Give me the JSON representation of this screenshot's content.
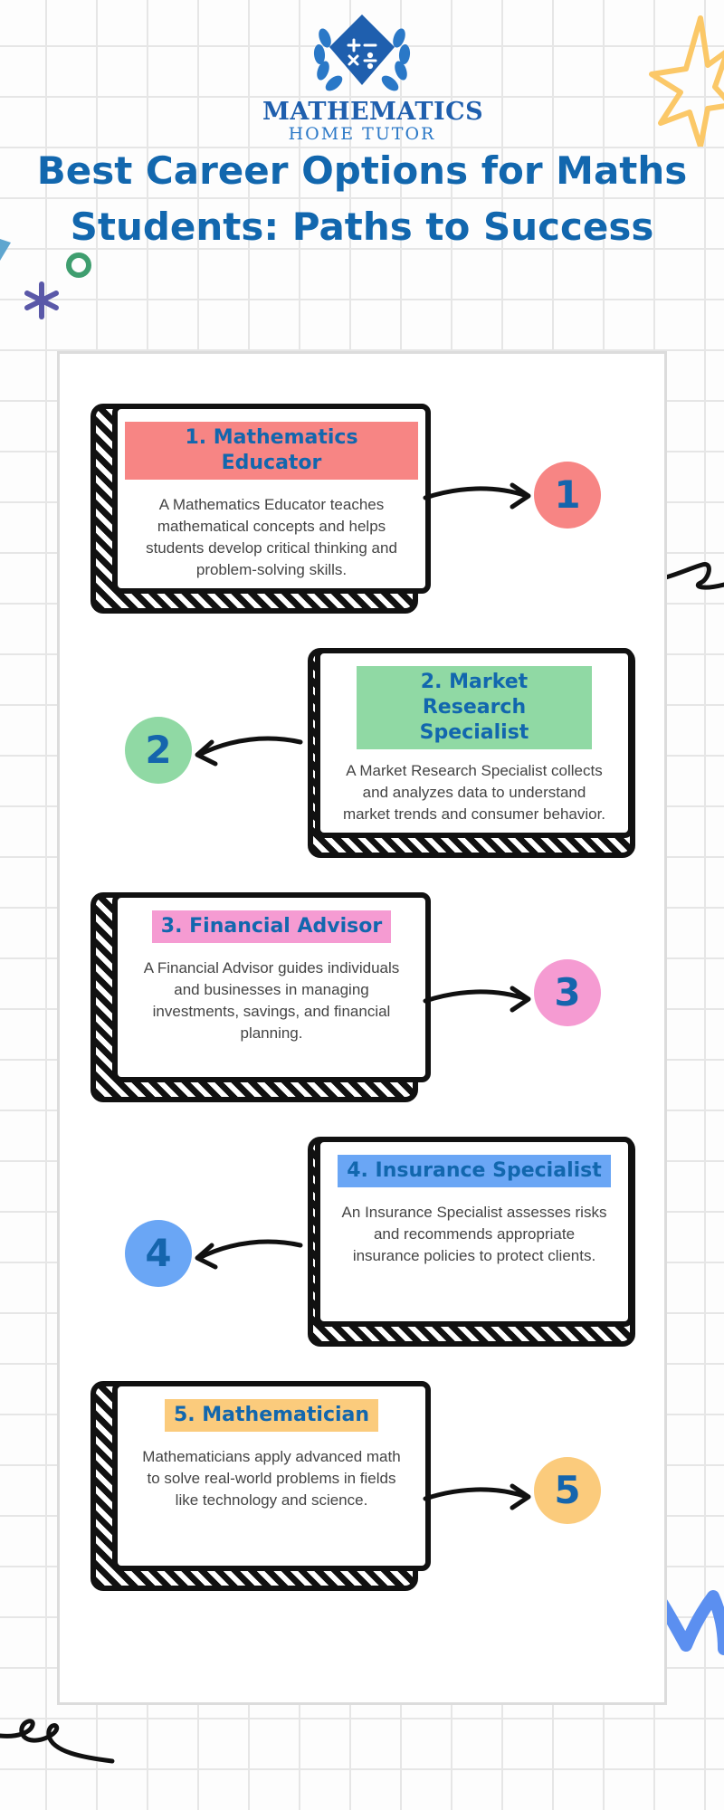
{
  "logo": {
    "word1": "MATHEMATICS",
    "word2": "HOME TUTOR",
    "emblem_icons": [
      "plus-icon",
      "minus-icon",
      "multiply-icon",
      "divide-icon"
    ]
  },
  "title": "Best Career Options for Maths Students: Paths to Success",
  "careers": [
    {
      "number": "1",
      "title": "1. Mathematics Educator",
      "description": "A Mathematics Educator teaches mathematical concepts and helps students develop critical thinking and problem-solving skills.",
      "color": "#f78584"
    },
    {
      "number": "2",
      "title": "2. Market Research Specialist",
      "description": "A Market Research Specialist collects and analyzes data to understand market trends and consumer behavior.",
      "color": "#90d9a4"
    },
    {
      "number": "3",
      "title": "3. Financial Advisor",
      "description": "A Financial Advisor guides individuals and businesses in managing investments, savings, and financial planning.",
      "color": "#f59bd2"
    },
    {
      "number": "4",
      "title": "4. Insurance Specialist",
      "description": "An Insurance Specialist assesses risks and recommends appropriate insurance policies to protect clients.",
      "color": "#6aa6f5"
    },
    {
      "number": "5",
      "title": "5. Mathematician",
      "description": "Mathematicians apply advanced math to solve real-world problems in fields like technology and science.",
      "color": "#fbcb7c"
    }
  ],
  "colors": {
    "title": "#1267ae",
    "badge_text": "#1565ad",
    "outline": "#111111"
  },
  "decorations": [
    "star-doodle",
    "ring-doodle",
    "asterisk-doodle",
    "squiggle-doodle",
    "m-letter-doodle"
  ]
}
